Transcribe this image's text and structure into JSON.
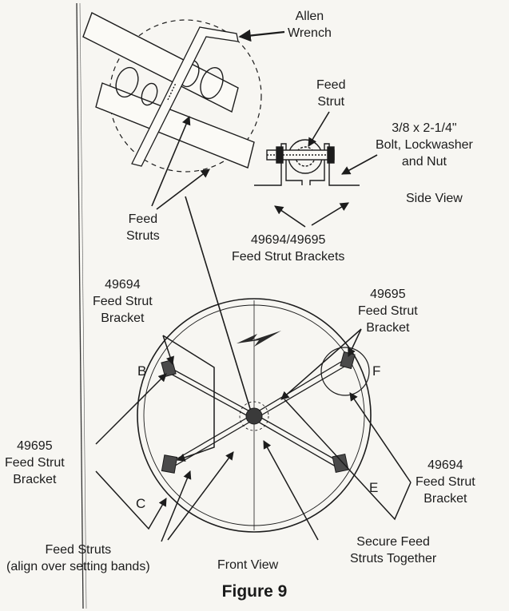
{
  "labels": {
    "allen_wrench": [
      "Allen",
      "Wrench"
    ],
    "feed_strut_top": [
      "Feed",
      "Strut"
    ],
    "bolt_lockwasher_nut": [
      "3/8 x 2-1/4\"",
      "Bolt, Lockwasher",
      "and Nut"
    ],
    "side_view": "Side View",
    "feed_struts_left": [
      "Feed",
      "Struts"
    ],
    "brackets_caption": [
      "49694/49695",
      "Feed Strut Brackets"
    ],
    "bracket_49694_left": [
      "49694",
      "Feed Strut",
      "Bracket"
    ],
    "bracket_49695_right": [
      "49695",
      "Feed Strut",
      "Bracket"
    ],
    "bracket_49695_left": [
      "49695",
      "Feed Strut",
      "Bracket"
    ],
    "bracket_49694_right": [
      "49694",
      "Feed Strut",
      "Bracket"
    ],
    "letter_b": "B",
    "letter_f": "F",
    "letter_c": "C",
    "letter_e": "E",
    "feed_struts_bottom": [
      "Feed Struts",
      "(align over setting bands)"
    ],
    "front_view": "Front View",
    "secure_feed_struts": [
      "Secure Feed",
      "Struts Together"
    ]
  },
  "figure_caption": "Figure 9",
  "colors": {
    "ink": "#1c1c1c",
    "background": "#f7f6f2"
  }
}
